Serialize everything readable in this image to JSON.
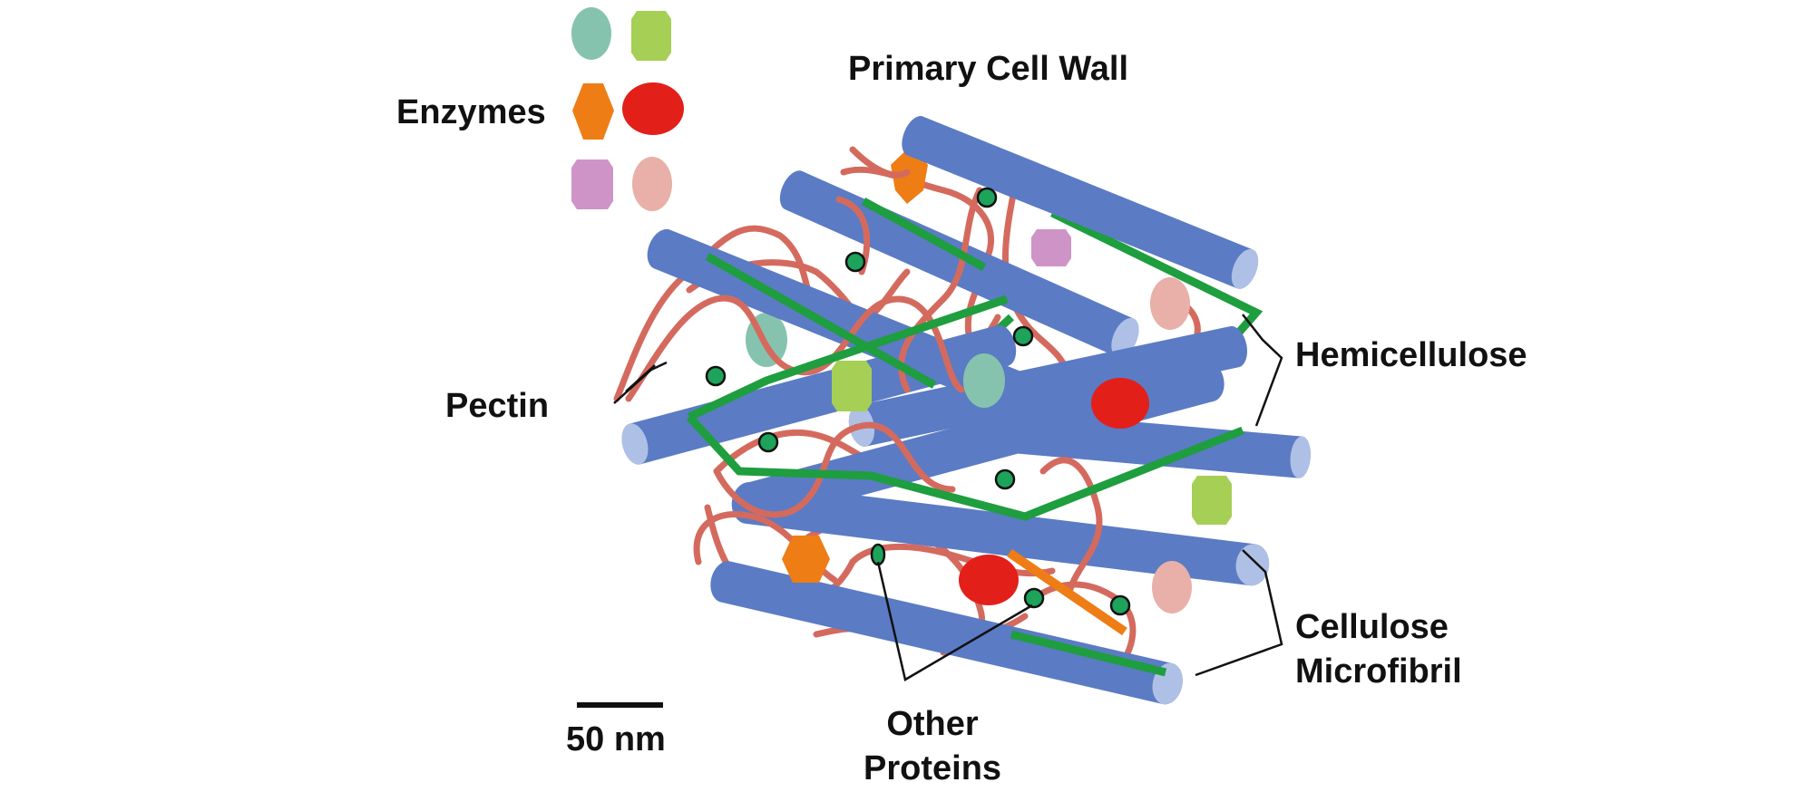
{
  "labels": {
    "title": "Primary Cell Wall",
    "enzymes": "Enzymes",
    "hemicellulose": "Hemicellulose",
    "pectin": "Pectin",
    "cellulose_line1": "Cellulose",
    "cellulose_line2": "Microfibril",
    "other_proteins_line1": "Other",
    "other_proteins_line2": "Proteins",
    "scale_bar": "50 nm"
  },
  "colors": {
    "cellulose": "#5B7BC4",
    "cellulose_end": "#AFC0E6",
    "hemicellulose": "#1E9E3E",
    "pectin": "#D46A5E",
    "protein": "#1DA35A",
    "enzyme_teal": "#86C3AE",
    "enzyme_green": "#A6CF55",
    "enzyme_orange": "#EE7D15",
    "enzyme_red": "#E31F1A",
    "enzyme_purple": "#CF94C7",
    "enzyme_pink": "#E8B0A8"
  }
}
